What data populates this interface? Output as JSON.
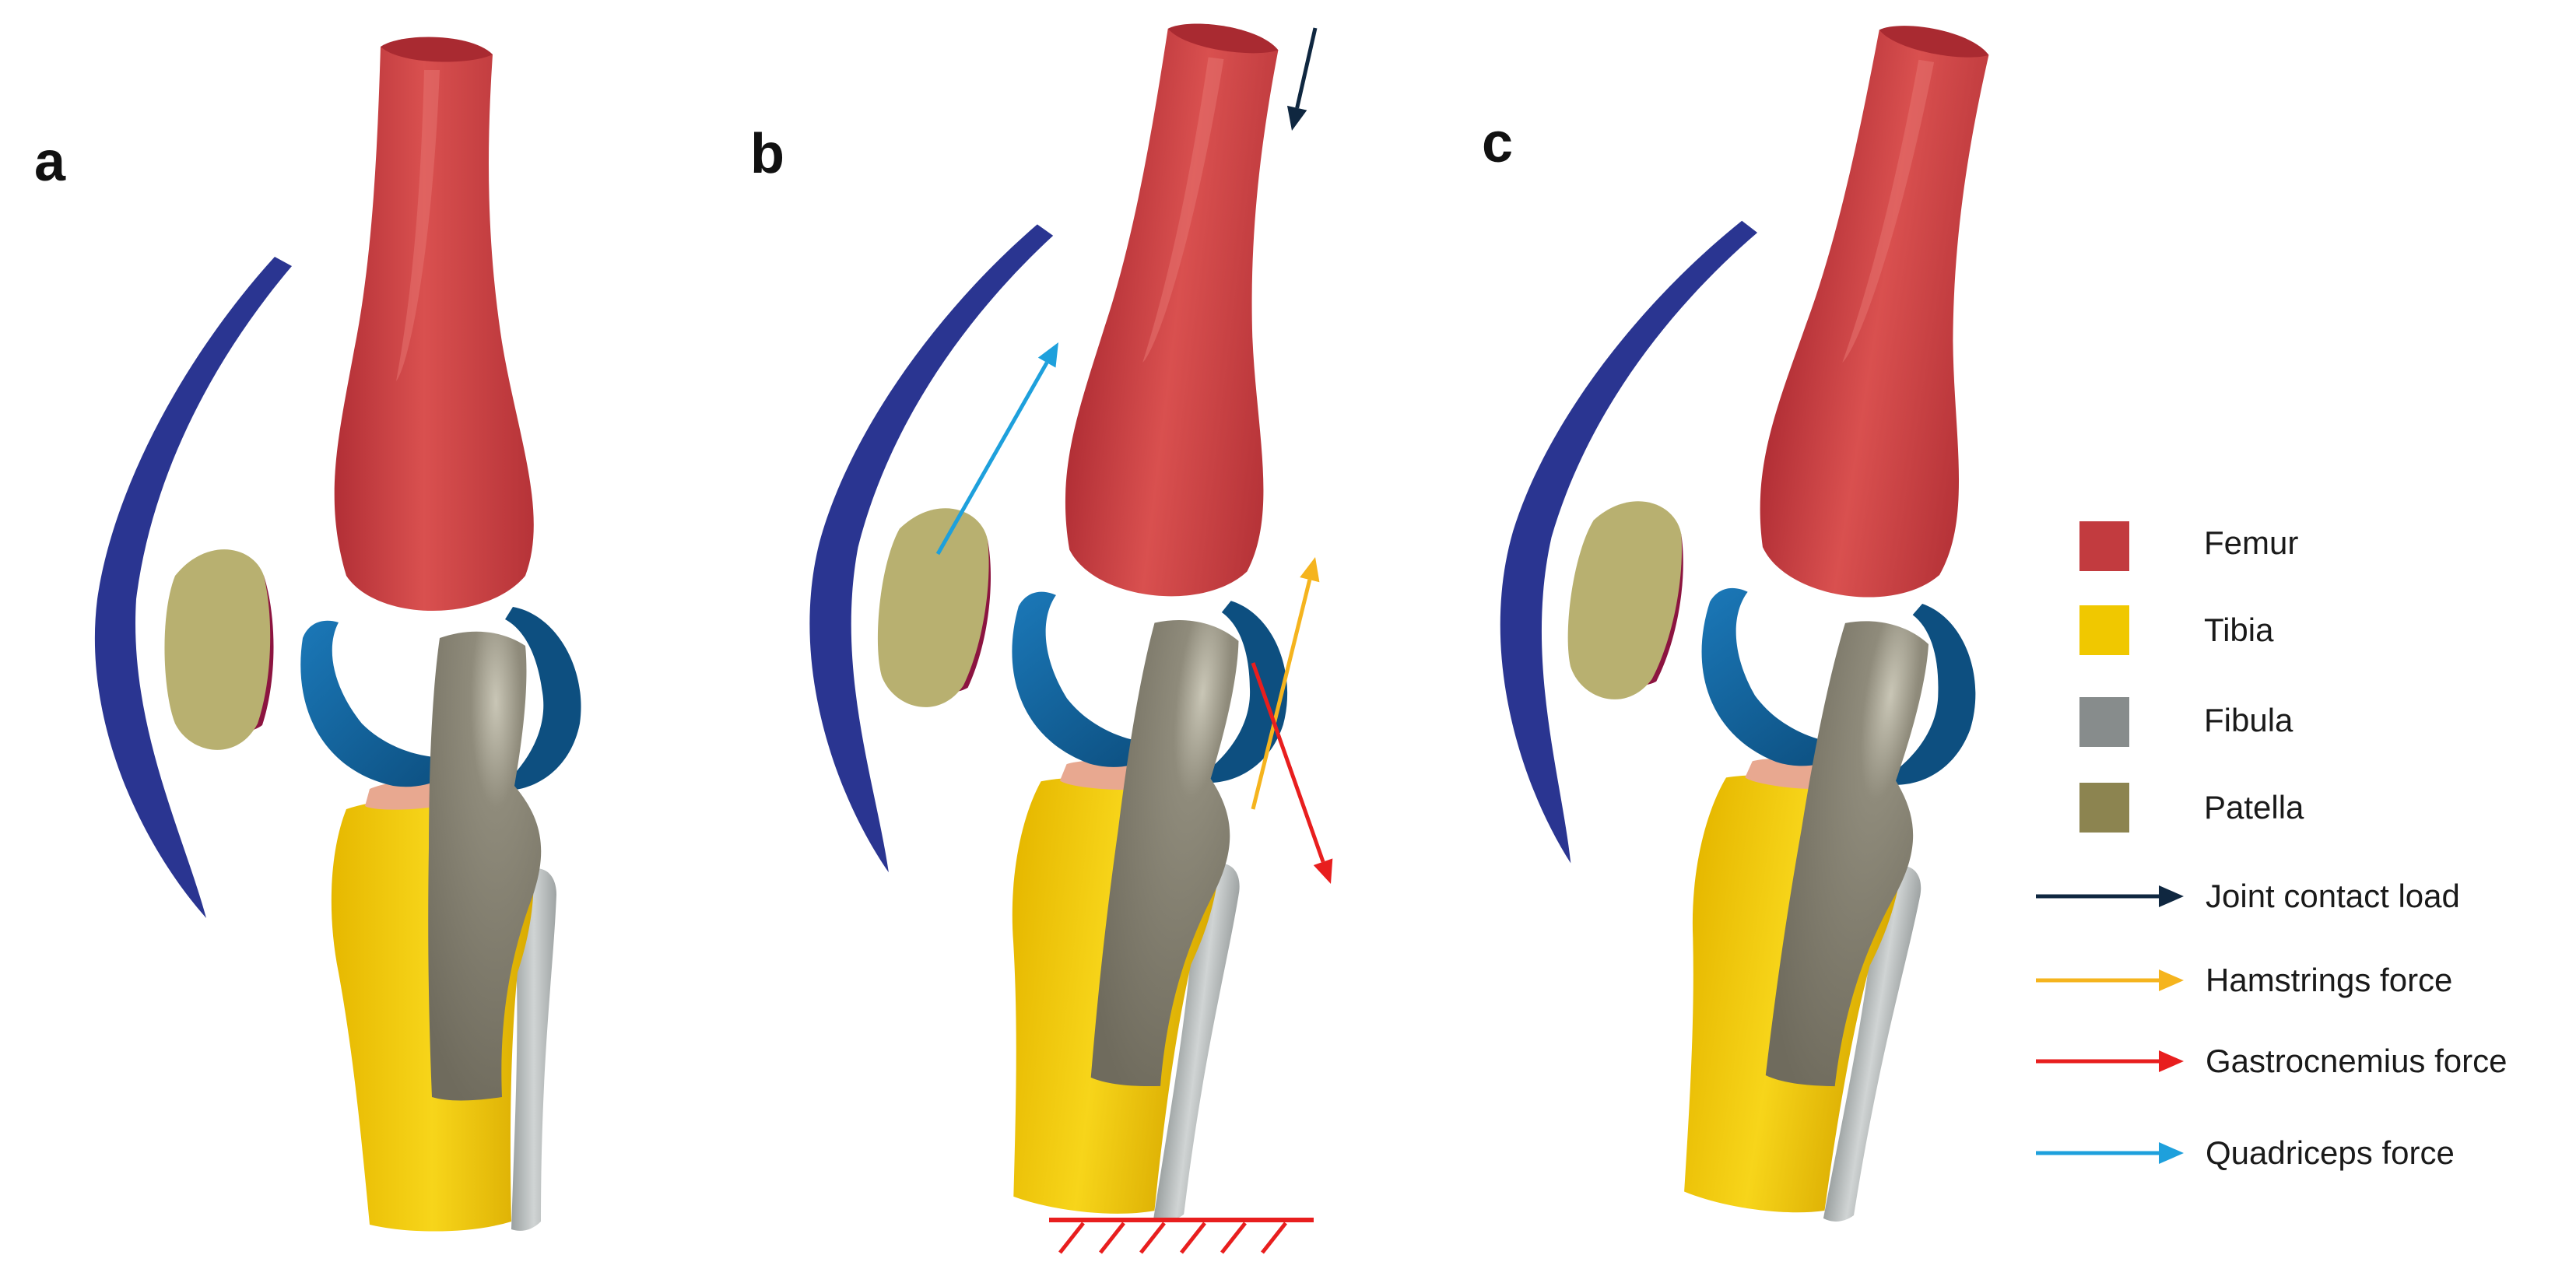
{
  "panels": [
    {
      "label": "a"
    },
    {
      "label": "b"
    },
    {
      "label": "c"
    }
  ],
  "legend": {
    "swatches": [
      {
        "label": "Femur",
        "color": "#c23b3f"
      },
      {
        "label": "Tibia",
        "color": "#f0c800"
      },
      {
        "label": "Fibula",
        "color": "#878c8c"
      },
      {
        "label": "Patella",
        "color": "#8c8450"
      }
    ],
    "arrows": [
      {
        "label": "Joint contact load",
        "color": "#0f2740"
      },
      {
        "label": "Hamstrings force",
        "color": "#f5b41e"
      },
      {
        "label": "Gastrocnemius force",
        "color": "#e81e1e"
      },
      {
        "label": "Quadriceps force",
        "color": "#1ea0dc"
      }
    ]
  },
  "colors": {
    "femur": "#c23b3f",
    "femur_highlight": "#e0605f",
    "tibia": "#f0c800",
    "tibia_shade": "#d4a900",
    "fibula": "#b5baba",
    "fibula_outer": "#7e7b6e",
    "patella": "#b8b070",
    "patella_rim": "#8c1440",
    "meniscus": "#1d6ea8",
    "meniscus_dark": "#0d4f80",
    "tendon": "#2a3591",
    "cartilage": "#e8a890",
    "ground": "#e81e1e"
  }
}
